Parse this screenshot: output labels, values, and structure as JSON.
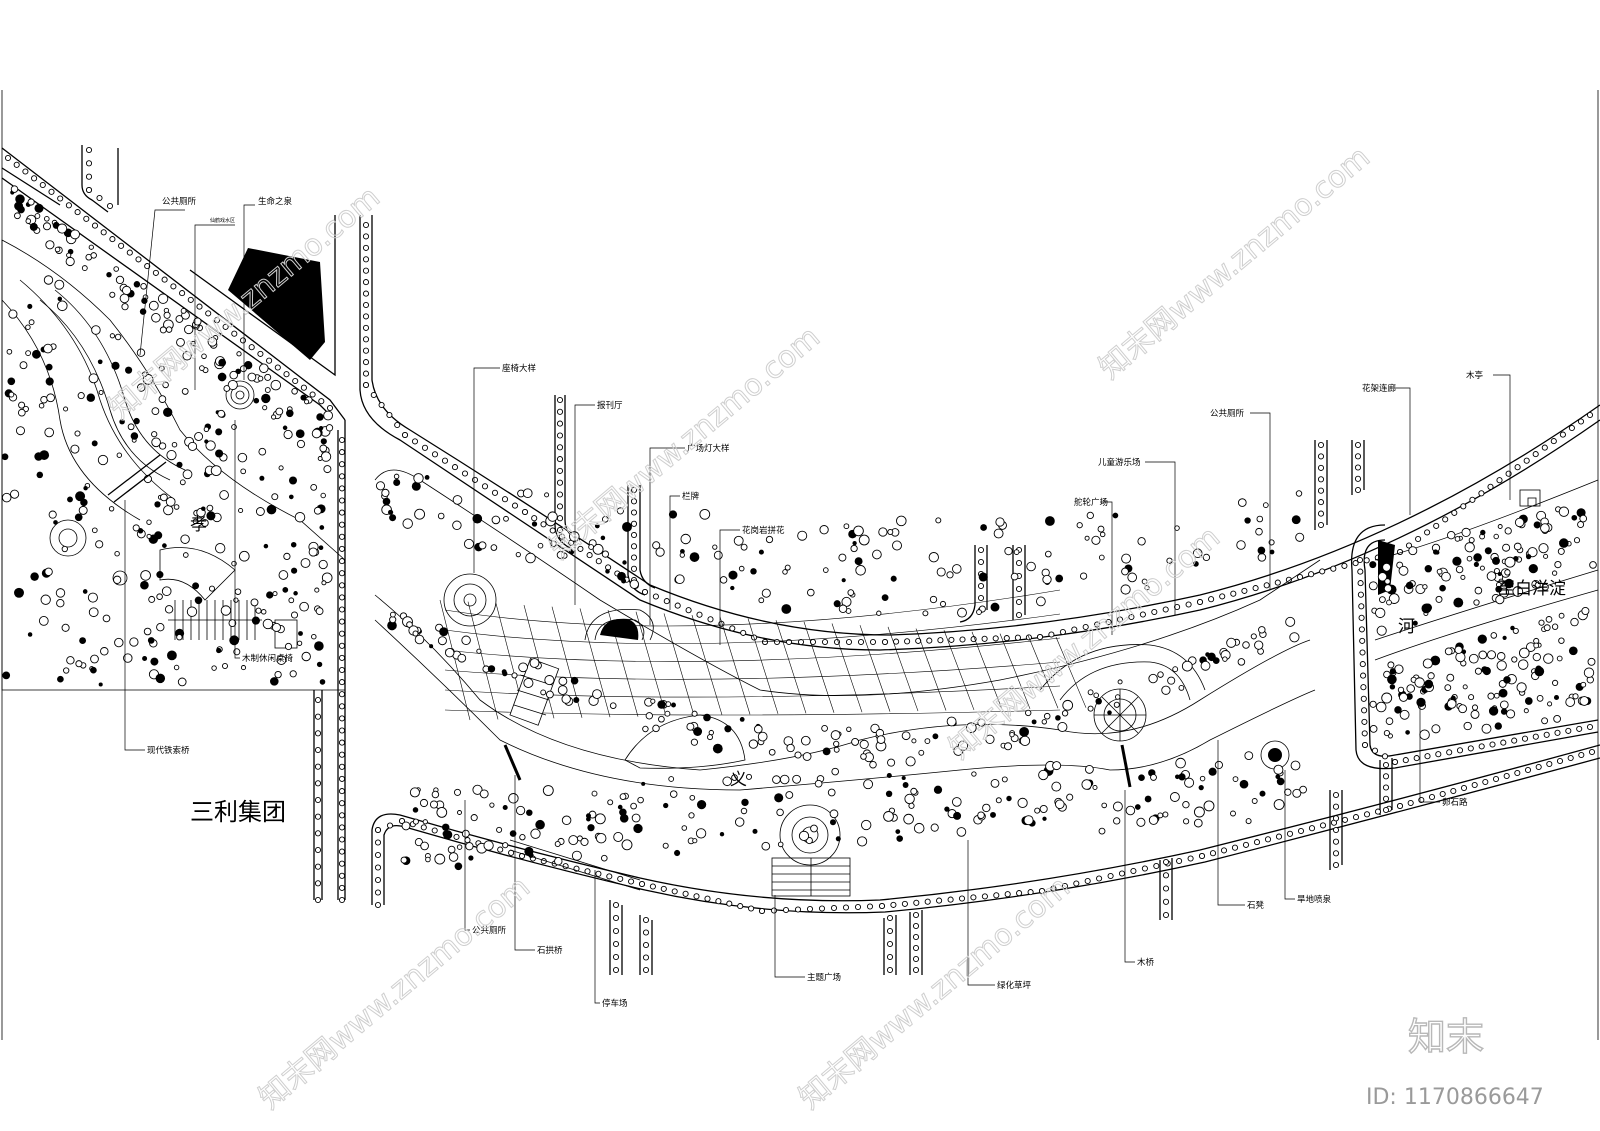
{
  "labels": {
    "public_toilet_1": "公共厕所",
    "tiny_label": "仙鹤戏水区",
    "spring_of_life": "生命之泉",
    "seat_detail": "座椅大样",
    "newspaper_pavilion": "报刊厅",
    "plaza_lamp_detail": "广场灯大样",
    "railing": "栏牌",
    "granite_paving": "花岗岩拼花",
    "modern_bridge": "现代铁索桥",
    "wooden_bench": "木制休闲桌椅",
    "company": "三利集团",
    "river_char_1": "孝",
    "river_char_2": "义",
    "river_char_3": "河",
    "to_baiyangdian": "至白洋淀",
    "children_playground": "儿童游乐场",
    "public_toilet_2": "公共厕所",
    "wheel_plaza": "舵轮广场",
    "trellis_corridor": "花架连廊",
    "wooden_pavilion": "木亭",
    "pebble_road": "卵石路",
    "public_toilet_3": "公共厕所",
    "stone_arch_bridge": "石拱桥",
    "parking": "停车场",
    "main_plaza": "主题广场",
    "green_lawn": "绿化草坪",
    "wooden_bridge": "木桥",
    "stone_seat": "石凳",
    "dry_fountain": "旱地喷泉"
  },
  "watermark": {
    "text": "知末网www.znzmo.com",
    "logo": "知末",
    "id": "ID: 1170866647"
  }
}
